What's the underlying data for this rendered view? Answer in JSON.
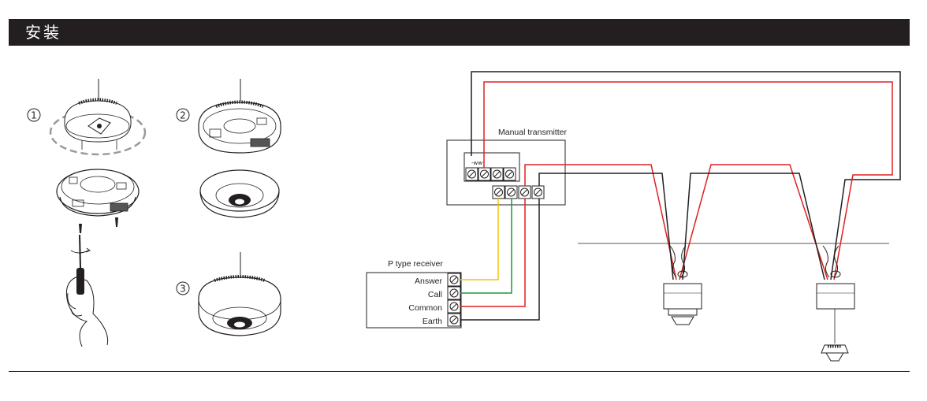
{
  "header": {
    "title": "安装"
  },
  "steps": [
    "1",
    "2",
    "3"
  ],
  "transmitter": {
    "label": "Manual transmitter",
    "resistor": "-ww-"
  },
  "receiver": {
    "label": "P type receiver",
    "terminals": [
      "Answer",
      "Call",
      "Common",
      "Earth"
    ]
  },
  "colors": {
    "header_bg": "#231f20",
    "wire_answer": "#f5c400",
    "wire_call": "#1a9a3a",
    "wire_common": "#e02020",
    "wire_earth": "#231f20"
  }
}
